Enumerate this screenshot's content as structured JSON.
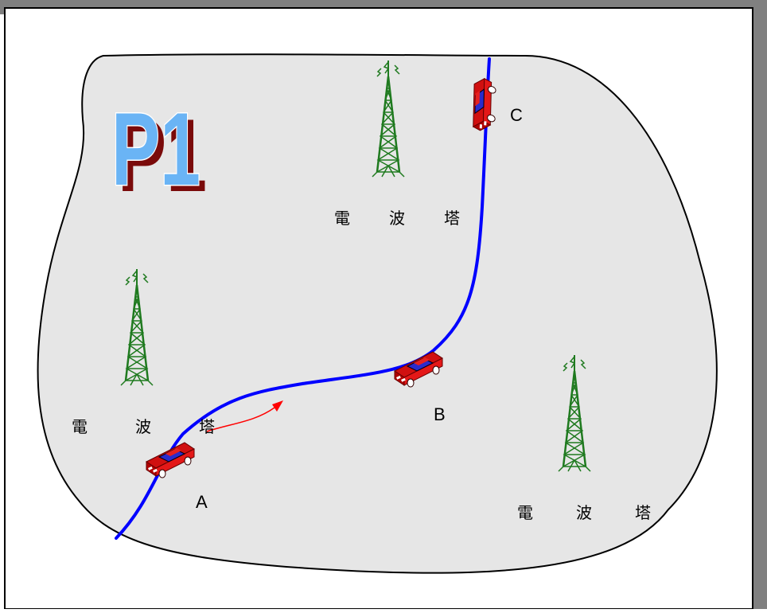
{
  "slide": {
    "title": "P1",
    "colors": {
      "frame_top": "#808080",
      "frame_shadow": "#808080",
      "region_fill": "#e6e6e6",
      "road": "#0000ff",
      "tower": "#1f7a1f",
      "arrow": "#ff0000",
      "car_body": "#dd1111",
      "car_window": "#2b2bcc",
      "title_fill": "#6ab4f5",
      "title_shadow": "#7a0a0a"
    },
    "towers": [
      {
        "id": "top",
        "chars": [
          "電",
          "波",
          "塔"
        ],
        "icon": "radio-tower-icon"
      },
      {
        "id": "left",
        "chars": [
          "電",
          "波",
          "塔"
        ],
        "icon": "radio-tower-icon"
      },
      {
        "id": "right",
        "chars": [
          "電",
          "波",
          "塔"
        ],
        "icon": "radio-tower-icon"
      }
    ],
    "points": {
      "a": "A",
      "b": "B",
      "c": "C"
    },
    "car_icon": "car-icon",
    "arrow_icon": "direction-arrow-icon"
  }
}
